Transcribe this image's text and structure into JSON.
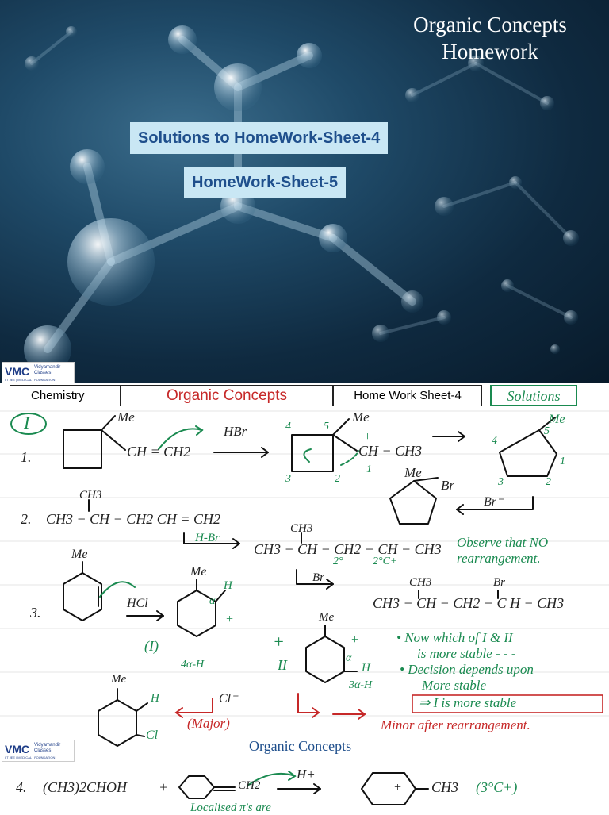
{
  "cover": {
    "title_line1": "Organic Concepts",
    "title_line2": "Homework",
    "box1": "Solutions to HomeWork-Sheet-4",
    "box2": "HomeWork-Sheet-5",
    "logo": {
      "brand": "VMC",
      "name": "Vidyamandir Classes",
      "sub": "IIT JEE | MEDICAL | FOUNDATION"
    }
  },
  "header": {
    "subject": "Chemistry",
    "topic": "Organic Concepts",
    "sheet": "Home Work Sheet-4",
    "tag": "Solutions"
  },
  "section_mark": "I",
  "q1": {
    "num": "1.",
    "sub": "Me",
    "chain": "CH = CH2",
    "reagent": "HBr",
    "p_sub": "Me",
    "p_chain": "CH − CH3",
    "plus": "+",
    "num4": "4",
    "num5": "5",
    "num3": "3",
    "num2": "2",
    "num1": "1",
    "r_me": "Me",
    "r4": "4",
    "r5": "5",
    "r3": "3",
    "r2": "2",
    "r1": "1",
    "br_me": "Me",
    "br": "Br",
    "br_minus": "Br⁻"
  },
  "q2": {
    "num": "2.",
    "top_ch3": "CH3",
    "formula": "CH3 − CH − CH2 CH = CH2",
    "reagent": "H-Br",
    "i_top": "CH3",
    "i_formula": "CH3 − CH − CH2 − CH − CH3",
    "deg2": "2°",
    "deg2c": "2°C+",
    "note1": "Observe that NO",
    "note2": "rearrangement.",
    "br_minus": "Br⁻",
    "p_top1": "CH3",
    "p_top2": "Br",
    "p_formula": "CH3 − CH − CH2 − C H − CH3"
  },
  "q3": {
    "num": "3.",
    "me": "Me",
    "reagent": "HCl",
    "i1_me": "Me",
    "i1_h": "H",
    "i1_plus": "+",
    "i1_label": "(I)",
    "i1_alpha": "α",
    "i1_count": "4α-H",
    "plus_sign": "+",
    "i2_label": "II",
    "i2_me": "Me",
    "i2_plus": "+",
    "i2_h": "H",
    "i2_alpha": "α",
    "i2_count": "3α-H",
    "note1": "• Now which of I & II",
    "note2": "is more stable - - -",
    "note3": "• Decision depends upon",
    "note4": "More stable",
    "conclusion": "⇒ I is more stable",
    "p_me": "Me",
    "p_h": "H",
    "p_cl": "Cl",
    "cl_minus": "Cl⁻",
    "major": "(Major)",
    "minor": "Minor after rearrangement."
  },
  "footer": {
    "logo": {
      "brand": "VMC",
      "name": "Vidyamandir Classes",
      "sub": "IIT JEE | MEDICAL | FOUNDATION"
    },
    "text": "Organic Concepts"
  },
  "q4": {
    "num": "4.",
    "reactant": "(CH3)2CHOH",
    "plus": "+",
    "ring_sub": "CH2",
    "reagent": "H+",
    "p_sub": "CH3",
    "p_tag": "(3°C+)",
    "p_plus": "+",
    "note": "Localised π's are"
  }
}
